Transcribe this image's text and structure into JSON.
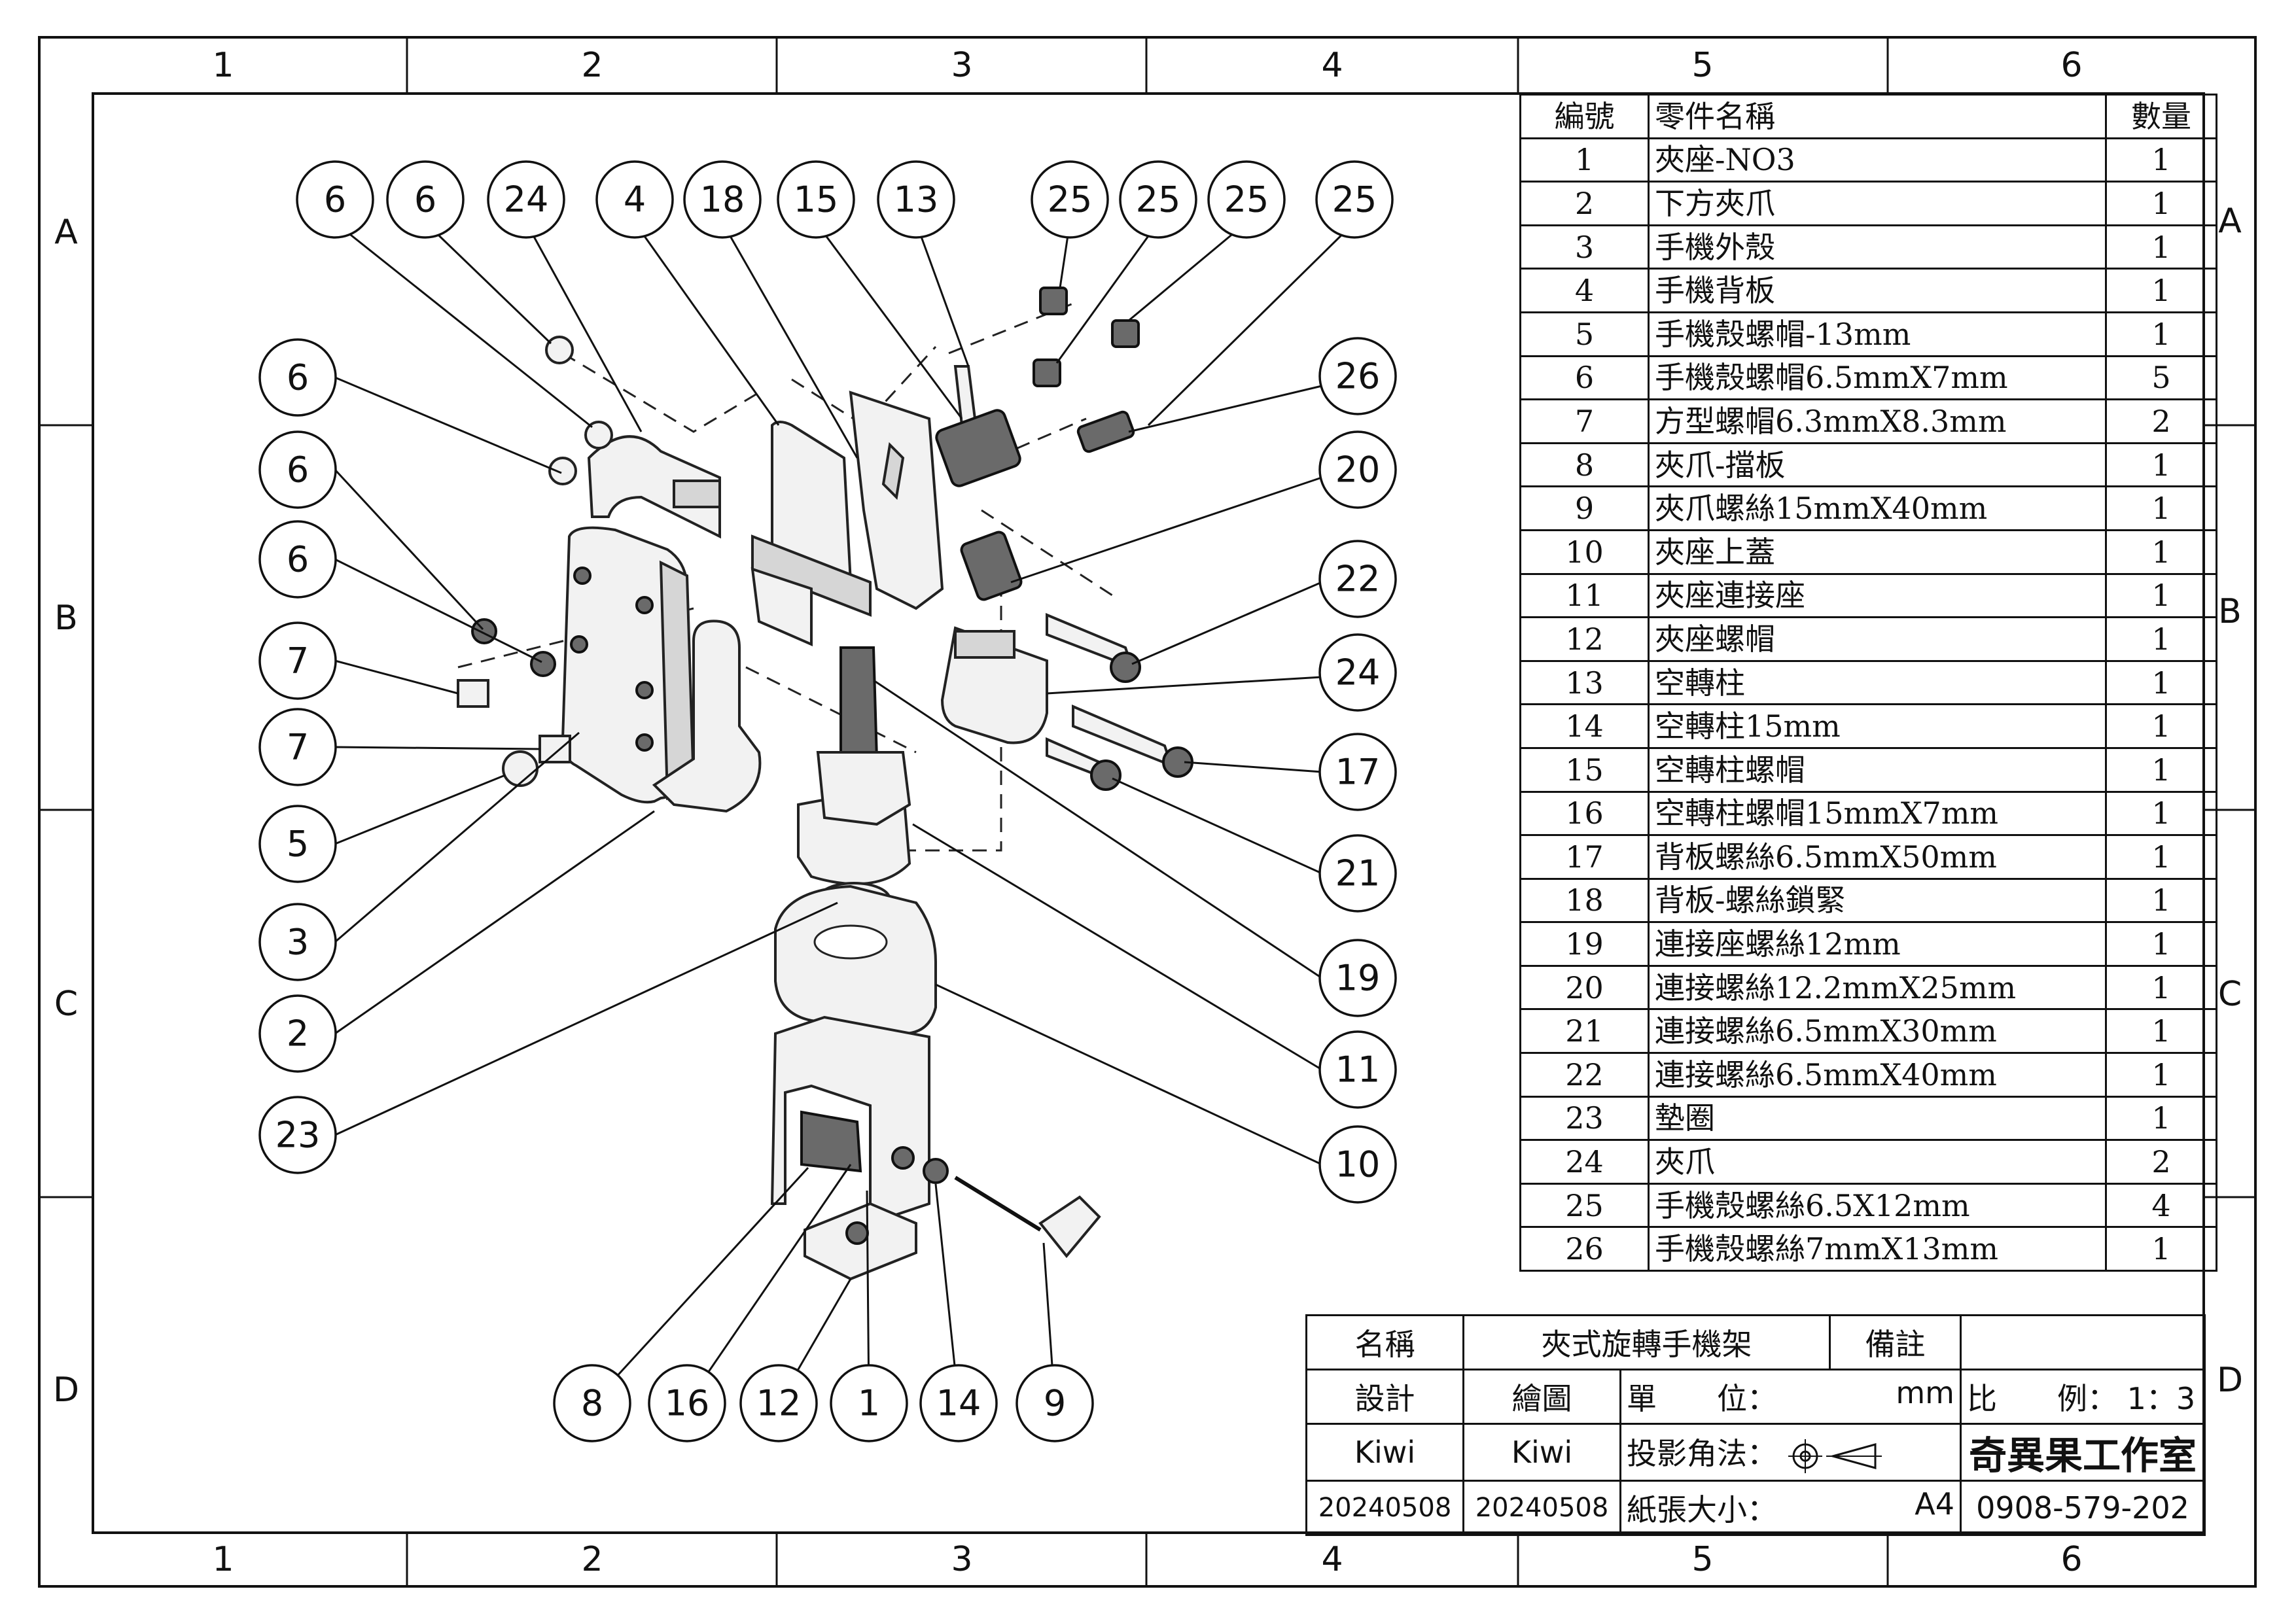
{
  "zones": {
    "columns": [
      "1",
      "2",
      "3",
      "4",
      "5",
      "6"
    ],
    "rows": [
      "A",
      "B",
      "C",
      "D"
    ]
  },
  "callouts": [
    "6",
    "6",
    "24",
    "4",
    "18",
    "15",
    "13",
    "25",
    "25",
    "25",
    "25",
    "26",
    "20",
    "22",
    "24",
    "17",
    "21",
    "19",
    "11",
    "10",
    "6",
    "6",
    "6",
    "7",
    "7",
    "5",
    "3",
    "2",
    "23",
    "8",
    "16",
    "12",
    "1",
    "14",
    "9"
  ],
  "bom": {
    "headers": {
      "no": "編號",
      "name": "零件名稱",
      "qty": "數量"
    },
    "rows": [
      {
        "no": "1",
        "name": "夾座-NO3",
        "qty": "1"
      },
      {
        "no": "2",
        "name": "下方夾爪",
        "qty": "1"
      },
      {
        "no": "3",
        "name": "手機外殼",
        "qty": "1"
      },
      {
        "no": "4",
        "name": "手機背板",
        "qty": "1"
      },
      {
        "no": "5",
        "name": "手機殼螺帽-13mm",
        "qty": "1"
      },
      {
        "no": "6",
        "name": "手機殼螺帽6.5mmX7mm",
        "qty": "5"
      },
      {
        "no": "7",
        "name": "方型螺帽6.3mmX8.3mm",
        "qty": "2"
      },
      {
        "no": "8",
        "name": "夾爪-擋板",
        "qty": "1"
      },
      {
        "no": "9",
        "name": "夾爪螺絲15mmX40mm",
        "qty": "1"
      },
      {
        "no": "10",
        "name": "夾座上蓋",
        "qty": "1"
      },
      {
        "no": "11",
        "name": "夾座連接座",
        "qty": "1"
      },
      {
        "no": "12",
        "name": "夾座螺帽",
        "qty": "1"
      },
      {
        "no": "13",
        "name": "空轉柱",
        "qty": "1"
      },
      {
        "no": "14",
        "name": "空轉柱15mm",
        "qty": "1"
      },
      {
        "no": "15",
        "name": "空轉柱螺帽",
        "qty": "1"
      },
      {
        "no": "16",
        "name": "空轉柱螺帽15mmX7mm",
        "qty": "1"
      },
      {
        "no": "17",
        "name": "背板螺絲6.5mmX50mm",
        "qty": "1"
      },
      {
        "no": "18",
        "name": "背板-螺絲鎖緊",
        "qty": "1"
      },
      {
        "no": "19",
        "name": "連接座螺絲12mm",
        "qty": "1"
      },
      {
        "no": "20",
        "name": "連接螺絲12.2mmX25mm",
        "qty": "1"
      },
      {
        "no": "21",
        "name": "連接螺絲6.5mmX30mm",
        "qty": "1"
      },
      {
        "no": "22",
        "name": "連接螺絲6.5mmX40mm",
        "qty": "1"
      },
      {
        "no": "23",
        "name": "墊圈",
        "qty": "1"
      },
      {
        "no": "24",
        "name": "夾爪",
        "qty": "2"
      },
      {
        "no": "25",
        "name": "手機殼螺絲6.5X12mm",
        "qty": "4"
      },
      {
        "no": "26",
        "name": "手機殼螺絲7mmX13mm",
        "qty": "1"
      }
    ]
  },
  "title_block": {
    "name_label": "名稱",
    "name_value": "夾式旋轉手機架",
    "remarks_label": "備註",
    "design_label": "設計",
    "drawing_label": "繪圖",
    "unit_label": "單　　位：",
    "unit_value": "mm",
    "scale_label": "比　　例：",
    "scale_value": "1：3",
    "designer": "Kiwi",
    "drafter": "Kiwi",
    "projection_label": "投影角法：",
    "studio": "奇異果工作室",
    "design_date": "20240508",
    "drawing_date": "20240508",
    "paper_label": "紙張大小：",
    "paper_value": "A4",
    "phone": "0908-579-202"
  }
}
